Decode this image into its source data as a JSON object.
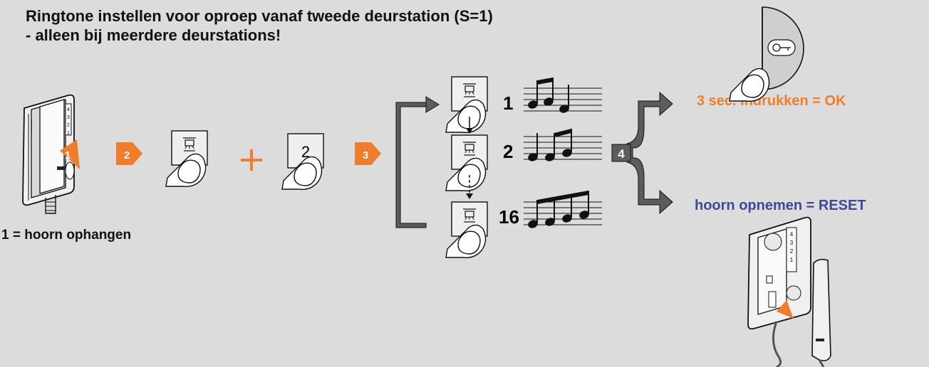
{
  "title": {
    "line1": "Ringtone instellen voor oproep vanaf tweede deurstation (S=1)",
    "line2": "- alleen bij meerdere deurstations!"
  },
  "caption": "1 = hoorn ophangen",
  "steps": [
    "1",
    "2",
    "3",
    "4"
  ],
  "key_digit": "2",
  "ringtones": [
    "1",
    "2",
    "16"
  ],
  "result_ok": "3 sec. indrukken = OK",
  "result_reset": "hoorn opnemen = RESET",
  "handset_keys": [
    "4",
    "3",
    "2",
    "1"
  ],
  "colors": {
    "background": "#dcdcdc",
    "accent_orange": "#f07d2c",
    "accent_blue": "#3d4a9a",
    "arrow_gray": "#5c5c5c"
  }
}
